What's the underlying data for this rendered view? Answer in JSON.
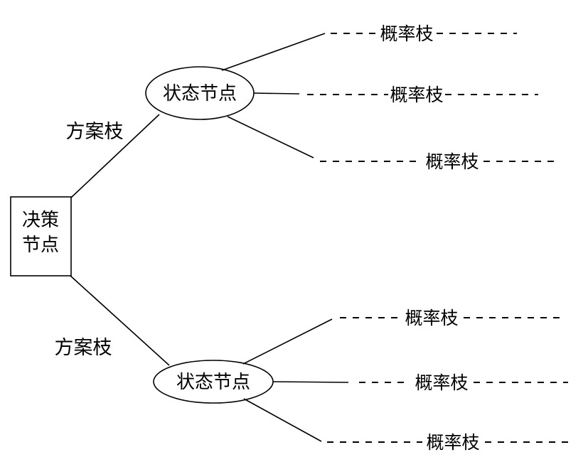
{
  "diagram": {
    "title": "decision-tree",
    "decision_node": {
      "label_line1": "决策",
      "label_line2": "节点"
    },
    "state_nodes": [
      {
        "label": "状态节点"
      },
      {
        "label": "状态节点"
      }
    ],
    "scheme_branches": [
      {
        "label": "方案枝"
      },
      {
        "label": "方案枝"
      }
    ],
    "probability_branches": [
      {
        "label": "概率枝"
      },
      {
        "label": "概率枝"
      },
      {
        "label": "概率枝"
      },
      {
        "label": "概率枝"
      },
      {
        "label": "概率枝"
      },
      {
        "label": "概率枝"
      }
    ],
    "colors": {
      "line": "#000000",
      "background": "#ffffff"
    }
  }
}
